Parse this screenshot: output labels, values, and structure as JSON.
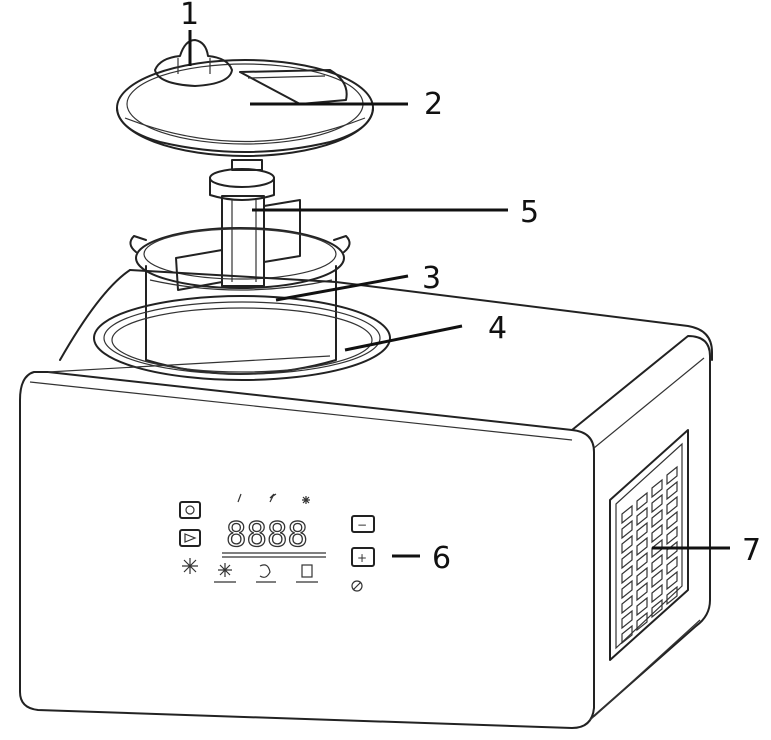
{
  "callouts": {
    "c1": "1",
    "c2": "2",
    "c3": "3",
    "c4": "4",
    "c5": "5",
    "c6": "6",
    "c7": "7"
  },
  "panel": {
    "minus": "−",
    "plus": "+",
    "display": "8888"
  }
}
